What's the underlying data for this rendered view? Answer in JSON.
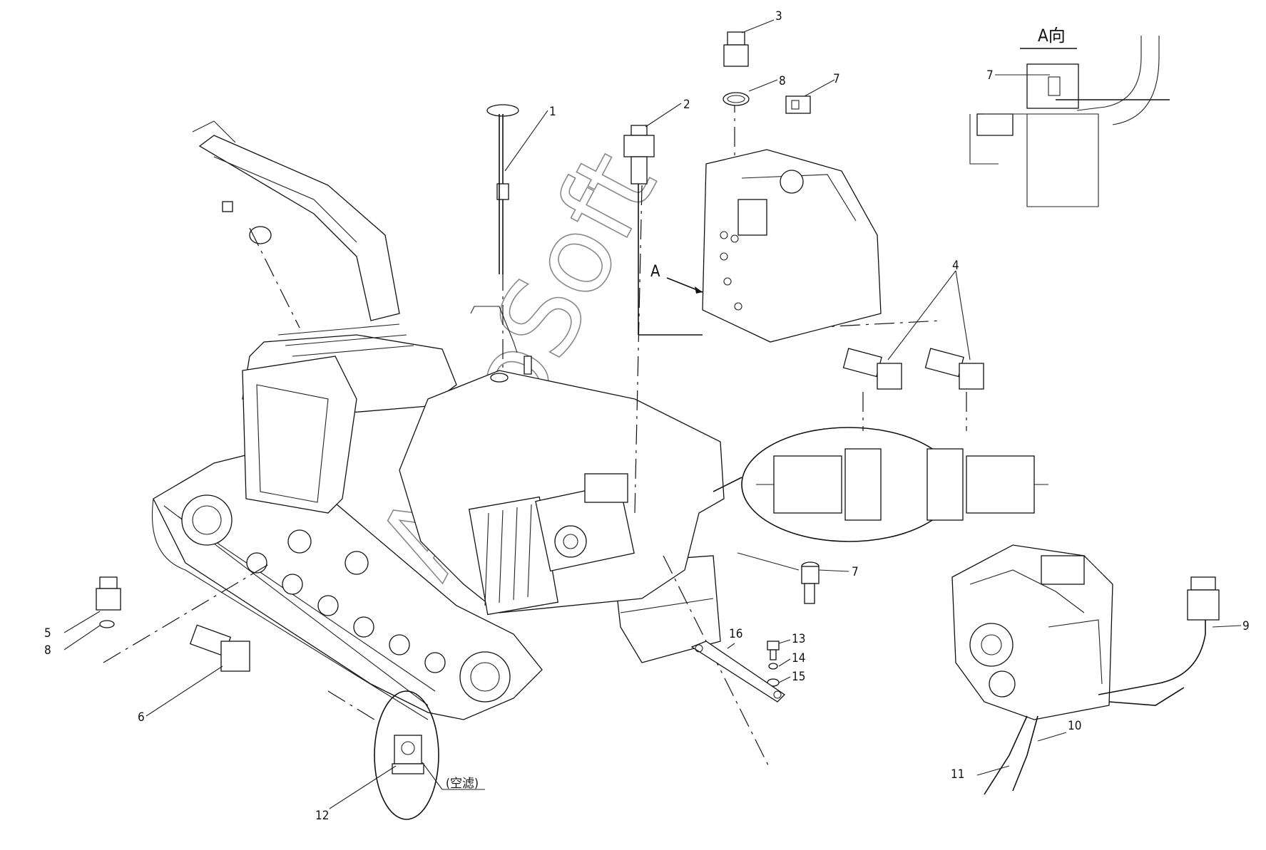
{
  "watermark": "AutoSoft",
  "view_label": "A向",
  "direction_label": "A",
  "annotation": "(空滤)",
  "callouts": [
    "1",
    "2",
    "3",
    "4",
    "5",
    "6",
    "7",
    "8",
    "9",
    "10",
    "11",
    "12",
    "13",
    "14",
    "15",
    "16"
  ]
}
